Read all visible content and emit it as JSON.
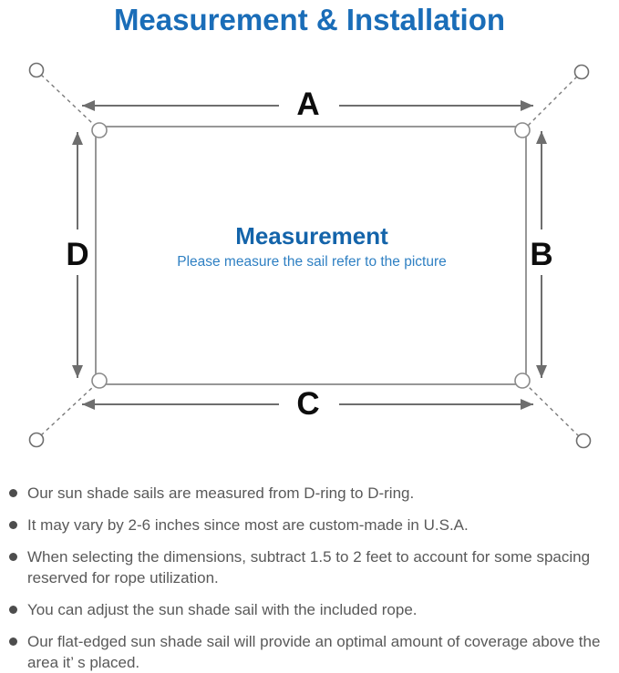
{
  "title": "Measurement & Installation",
  "diagram": {
    "side_labels": {
      "top": "A",
      "right": "B",
      "bottom": "C",
      "left": "D"
    },
    "center_heading": "Measurement",
    "center_subtitle": "Please measure the sail refer to the picture"
  },
  "notes": [
    "Our sun shade sails are measured from D-ring to D-ring.",
    "It may vary by 2-6 inches since most are custom-made in U.S.A.",
    "When selecting the dimensions, subtract 1.5 to 2 feet to account for some spacing reserved for rope utilization.",
    "You can adjust the sun shade sail with the included rope.",
    "Our flat-edged sun shade sail will provide an optimal amount of coverage above the area it’ s placed."
  ],
  "colors": {
    "title_blue": "#1a6db8",
    "diagram_heading_blue": "#1464aa",
    "diagram_subtitle_blue": "#2f80c3",
    "dimension_label_black": "#0d0d0d",
    "note_text_gray": "#595959",
    "measure_line_gray": "#6e6e6e",
    "sail_outline_gray": "#979797"
  }
}
